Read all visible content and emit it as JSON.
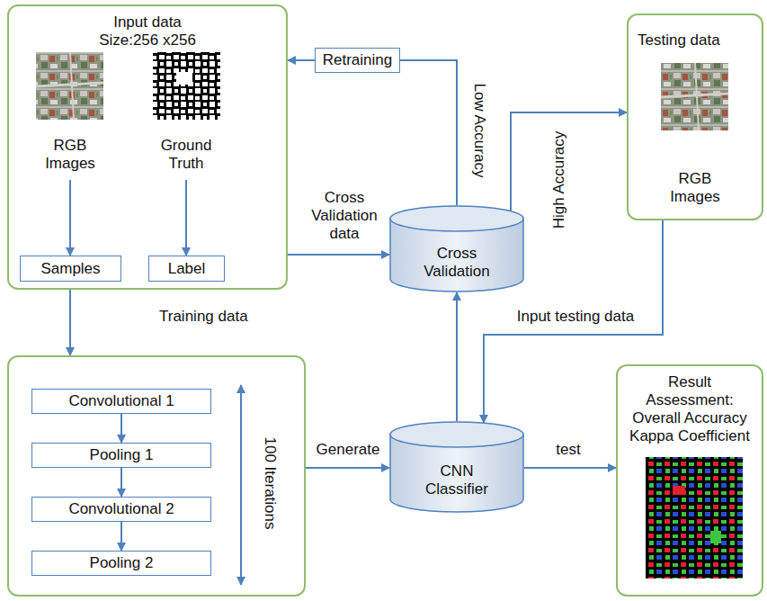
{
  "diagram": {
    "nodes": [
      {
        "text": [
          "Input data Size:256 x256"
        ]
      },
      {
        "text": [
          "RGB Images"
        ],
        "in": 0
      },
      {
        "text": [
          "Ground Truth"
        ],
        "in": 0
      },
      {
        "text": [
          "Samples"
        ],
        "in": 0
      },
      {
        "text": [
          "Label"
        ],
        "in": 0
      },
      {
        "text": [
          "Retraining"
        ]
      },
      {
        "text": [
          "Testing data",
          "RGB Images"
        ]
      },
      {
        "text": [
          "Cross Validation"
        ]
      },
      {
        "text": [
          "100 Iterations"
        ]
      },
      {
        "text": [
          "Convolutional 1"
        ],
        "in": 8
      },
      {
        "text": [
          "Pooling 1"
        ],
        "in": 8
      },
      {
        "text": [
          "Convolutional 2"
        ],
        "in": 8
      },
      {
        "text": [
          "Pooling 2"
        ],
        "in": 8
      },
      {
        "text": [
          "CNN Classifier"
        ]
      },
      {
        "text": [
          "Result Assessment: Overall Accuracy Kappa Coefficient"
        ]
      }
    ],
    "edges": [
      {
        "from": 1,
        "to": 3,
        "arrow": "to"
      },
      {
        "from": 2,
        "to": 4,
        "arrow": "to"
      },
      {
        "from": 7,
        "to": 5,
        "label": "Low Accuracy",
        "arrow": "none"
      },
      {
        "from": 5,
        "to": 0,
        "arrow": "to"
      },
      {
        "from": 0,
        "to": 7,
        "label": "Cross Validation data",
        "arrow": "to"
      },
      {
        "from": 7,
        "to": 6,
        "label": "High Accuracy",
        "arrow": "to"
      },
      {
        "from": 6,
        "to": 13,
        "label": "Input testing data",
        "arrow": "to"
      },
      {
        "from": 0,
        "to": 8,
        "label": "Training data",
        "arrow": "to"
      },
      {
        "from": 8,
        "to": 13,
        "label": "Generate",
        "arrow": "to"
      },
      {
        "from": 13,
        "to": 7,
        "arrow": "to"
      },
      {
        "from": 13,
        "to": 14,
        "label": "test",
        "arrow": "to"
      },
      {
        "from": 9,
        "to": 10,
        "arrow": "to"
      },
      {
        "from": 10,
        "to": 11,
        "arrow": "to"
      },
      {
        "from": 11,
        "to": 12,
        "arrow": "to"
      }
    ]
  }
}
